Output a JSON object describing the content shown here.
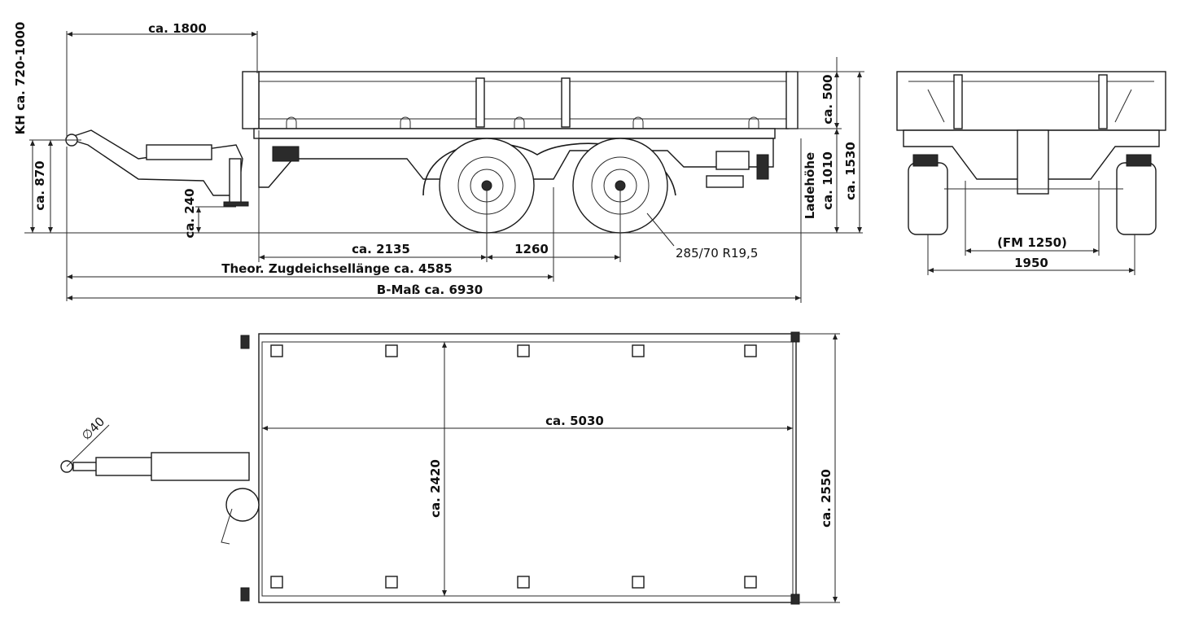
{
  "side_view": {
    "dims": {
      "tongue": "ca. 1800",
      "hitch_height": "KH ca. 720-1000",
      "height_870": "ca. 870",
      "height_240": "ca. 240",
      "to_axle": "ca. 2135",
      "axle_spacing": "1260",
      "drawbar_length": "Theor. Zugdeichsellänge ca. 4585",
      "overall_length": "B-Maß ca. 6930",
      "side_height": "ca. 500",
      "load_height_label": "Ladehöhe",
      "load_height": "ca. 1010",
      "total_height": "ca. 1530",
      "tire": "285/70 R19,5"
    }
  },
  "rear_view": {
    "dims": {
      "fm": "(FM 1250)",
      "track": "1950"
    }
  },
  "top_view": {
    "dims": {
      "bed_length": "ca. 5030",
      "bed_width": "ca. 2420",
      "overall_width": "ca. 2550",
      "eye": "∅40"
    }
  }
}
